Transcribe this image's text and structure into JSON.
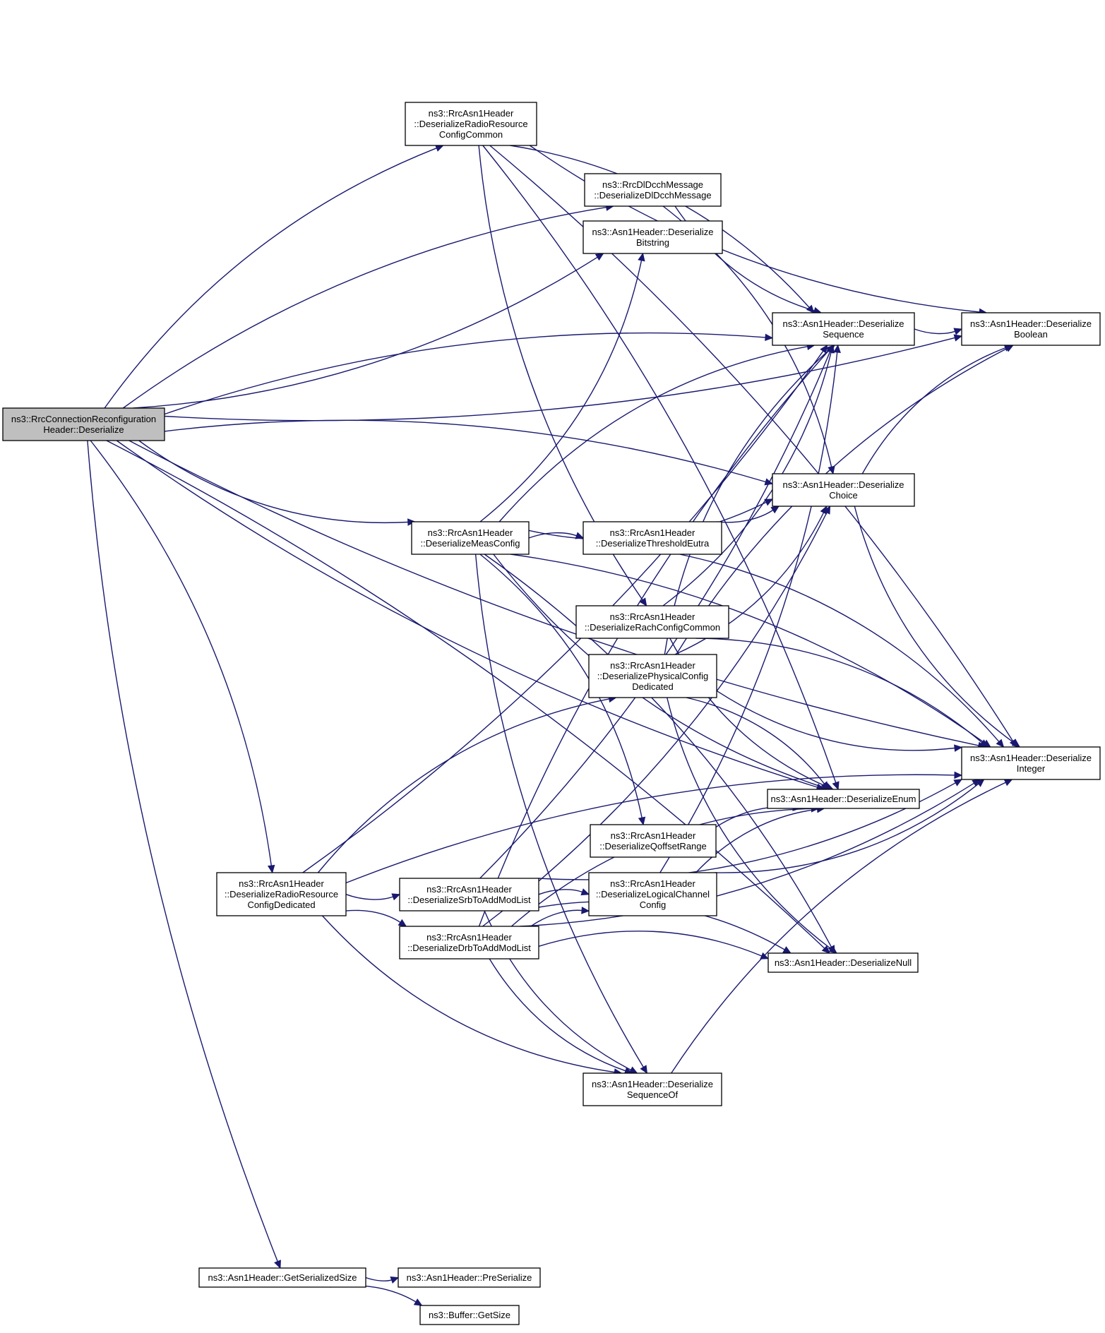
{
  "diagram": {
    "type": "call-graph",
    "edge_color": "#191970",
    "root_fill": "#bfbfbf",
    "nodes": [
      {
        "id": "root",
        "lines": [
          "ns3::RrcConnectionReconfiguration",
          "Header::Deserialize"
        ],
        "root": true
      },
      {
        "id": "rrcommon",
        "lines": [
          "ns3::RrcAsn1Header",
          "::DeserializeRadioResource",
          "ConfigCommon"
        ]
      },
      {
        "id": "dldcch",
        "lines": [
          "ns3::RrcDlDcchMessage",
          "::DeserializeDlDcchMessage"
        ]
      },
      {
        "id": "bitstring",
        "lines": [
          "ns3::Asn1Header::Deserialize",
          "Bitstring"
        ]
      },
      {
        "id": "sequence",
        "lines": [
          "ns3::Asn1Header::Deserialize",
          "Sequence"
        ]
      },
      {
        "id": "boolean",
        "lines": [
          "ns3::Asn1Header::Deserialize",
          "Boolean"
        ]
      },
      {
        "id": "choice",
        "lines": [
          "ns3::Asn1Header::Deserialize",
          "Choice"
        ]
      },
      {
        "id": "meas",
        "lines": [
          "ns3::RrcAsn1Header",
          "::DeserializeMeasConfig"
        ]
      },
      {
        "id": "threshold",
        "lines": [
          "ns3::RrcAsn1Header",
          "::DeserializeThresholdEutra"
        ]
      },
      {
        "id": "rach",
        "lines": [
          "ns3::RrcAsn1Header",
          "::DeserializeRachConfigCommon"
        ]
      },
      {
        "id": "phys",
        "lines": [
          "ns3::RrcAsn1Header",
          "::DeserializePhysicalConfig",
          "Dedicated"
        ]
      },
      {
        "id": "integer",
        "lines": [
          "ns3::Asn1Header::Deserialize",
          "Integer"
        ]
      },
      {
        "id": "enum",
        "lines": [
          "ns3::Asn1Header::DeserializeEnum"
        ]
      },
      {
        "id": "qoffset",
        "lines": [
          "ns3::RrcAsn1Header",
          "::DeserializeQoffsetRange"
        ]
      },
      {
        "id": "rrded",
        "lines": [
          "ns3::RrcAsn1Header",
          "::DeserializeRadioResource",
          "ConfigDedicated"
        ]
      },
      {
        "id": "srb",
        "lines": [
          "ns3::RrcAsn1Header",
          "::DeserializeSrbToAddModList"
        ]
      },
      {
        "id": "logical",
        "lines": [
          "ns3::RrcAsn1Header",
          "::DeserializeLogicalChannel",
          "Config"
        ]
      },
      {
        "id": "drb",
        "lines": [
          "ns3::RrcAsn1Header",
          "::DeserializeDrbToAddModList"
        ]
      },
      {
        "id": "null",
        "lines": [
          "ns3::Asn1Header::DeserializeNull"
        ]
      },
      {
        "id": "seqof",
        "lines": [
          "ns3::Asn1Header::Deserialize",
          "SequenceOf"
        ]
      },
      {
        "id": "getsize",
        "lines": [
          "ns3::Asn1Header::GetSerializedSize"
        ]
      },
      {
        "id": "preserialize",
        "lines": [
          "ns3::Asn1Header::PreSerialize"
        ]
      },
      {
        "id": "buffer",
        "lines": [
          "ns3::Buffer::GetSize"
        ]
      }
    ],
    "edges": [
      [
        "root",
        "sequence"
      ],
      [
        "root",
        "boolean"
      ],
      [
        "root",
        "rrcommon"
      ],
      [
        "root",
        "integer"
      ],
      [
        "root",
        "dldcch"
      ],
      [
        "root",
        "bitstring"
      ],
      [
        "root",
        "choice"
      ],
      [
        "root",
        "meas"
      ],
      [
        "root",
        "rrded"
      ],
      [
        "root",
        "enum"
      ],
      [
        "root",
        "null"
      ],
      [
        "root",
        "getsize"
      ],
      [
        "rrcommon",
        "sequence"
      ],
      [
        "rrcommon",
        "boolean"
      ],
      [
        "rrcommon",
        "integer"
      ],
      [
        "rrcommon",
        "rach"
      ],
      [
        "rrcommon",
        "enum"
      ],
      [
        "dldcch",
        "sequence"
      ],
      [
        "dldcch",
        "choice"
      ],
      [
        "sequence",
        "boolean"
      ],
      [
        "choice",
        "boolean"
      ],
      [
        "choice",
        "integer"
      ],
      [
        "meas",
        "sequence"
      ],
      [
        "meas",
        "choice"
      ],
      [
        "meas",
        "threshold"
      ],
      [
        "meas",
        "bitstring"
      ],
      [
        "meas",
        "integer"
      ],
      [
        "meas",
        "enum"
      ],
      [
        "meas",
        "qoffset"
      ],
      [
        "meas",
        "seqof"
      ],
      [
        "meas",
        "null"
      ],
      [
        "threshold",
        "choice"
      ],
      [
        "threshold",
        "integer"
      ],
      [
        "rach",
        "sequence"
      ],
      [
        "rach",
        "integer"
      ],
      [
        "rach",
        "enum"
      ],
      [
        "phys",
        "sequence"
      ],
      [
        "phys",
        "choice"
      ],
      [
        "phys",
        "boolean"
      ],
      [
        "phys",
        "integer"
      ],
      [
        "phys",
        "enum"
      ],
      [
        "phys",
        "null"
      ],
      [
        "qoffset",
        "enum"
      ],
      [
        "rrded",
        "sequence"
      ],
      [
        "rrded",
        "phys"
      ],
      [
        "rrded",
        "srb"
      ],
      [
        "rrded",
        "drb"
      ],
      [
        "rrded",
        "seqof"
      ],
      [
        "rrded",
        "integer"
      ],
      [
        "srb",
        "sequence"
      ],
      [
        "srb",
        "logical"
      ],
      [
        "srb",
        "seqof"
      ],
      [
        "srb",
        "null"
      ],
      [
        "srb",
        "integer"
      ],
      [
        "drb",
        "sequence"
      ],
      [
        "drb",
        "choice"
      ],
      [
        "drb",
        "logical"
      ],
      [
        "drb",
        "seqof"
      ],
      [
        "drb",
        "null"
      ],
      [
        "drb",
        "integer"
      ],
      [
        "drb",
        "enum"
      ],
      [
        "logical",
        "sequence"
      ],
      [
        "logical",
        "enum"
      ],
      [
        "logical",
        "integer"
      ],
      [
        "seqof",
        "integer"
      ],
      [
        "getsize",
        "preserialize"
      ],
      [
        "getsize",
        "buffer"
      ]
    ]
  }
}
